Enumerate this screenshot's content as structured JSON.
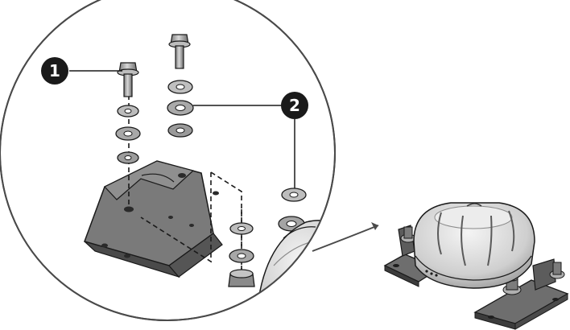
{
  "callouts": [
    {
      "number": "1",
      "part": "bolt-with-washers"
    },
    {
      "number": "2",
      "part": "washer-stack"
    }
  ],
  "colors": {
    "line": "#1a1a1a",
    "metal_light": "#d9d9d9",
    "metal_mid": "#9a9a9a",
    "metal_dark": "#5a5a5a",
    "bracket": "#6e6e6e",
    "bracket_dark": "#3c3c3c",
    "dome": "#e4e4e4",
    "callout_fill": "#1a1a1a",
    "callout_text": "#ffffff"
  }
}
